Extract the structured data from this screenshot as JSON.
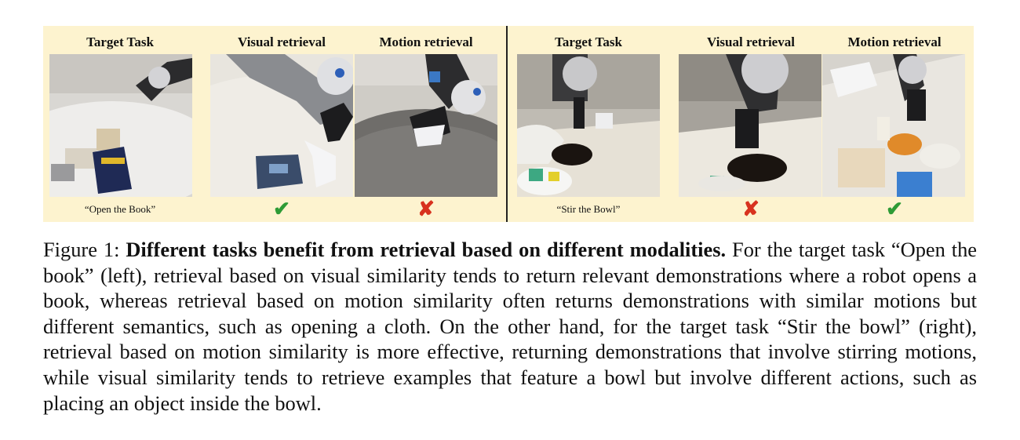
{
  "left_panel": {
    "columns": [
      {
        "title": "Target Task",
        "footer_text": "“Open the Book”",
        "footer_mark": ""
      },
      {
        "title": "Visual retrieval",
        "footer_text": "",
        "footer_mark": "✔",
        "mark_type": "check"
      },
      {
        "title": "Motion retrieval",
        "footer_text": "",
        "footer_mark": "✘",
        "mark_type": "cross"
      }
    ]
  },
  "right_panel": {
    "columns": [
      {
        "title": "Target Task",
        "footer_text": "“Stir the Bowl”",
        "footer_mark": ""
      },
      {
        "title": "Visual retrieval",
        "footer_text": "",
        "footer_mark": "✘",
        "mark_type": "cross"
      },
      {
        "title": "Motion retrieval",
        "footer_text": "",
        "footer_mark": "✔",
        "mark_type": "check"
      }
    ]
  },
  "caption": {
    "label": "Figure 1: ",
    "bold": "Different tasks benefit from retrieval based on different modalities.",
    "body": " For the target task “Open the book” (left), retrieval based on visual similarity tends to return relevant demonstrations where a robot opens a book, whereas retrieval based on motion similarity often returns demonstrations with similar motions but different semantics, such as opening a cloth. On the other hand, for the target task “Stir the bowl” (right), retrieval based on motion similarity is more effective, returning demonstrations that involve stirring motions, while visual similarity tends to retrieve examples that feature a bowl but involve different actions, such as placing an object inside the bowl."
  },
  "colors": {
    "panel_bg": "#fdf3cf",
    "check": "#2e9b36",
    "cross": "#d8321f"
  }
}
